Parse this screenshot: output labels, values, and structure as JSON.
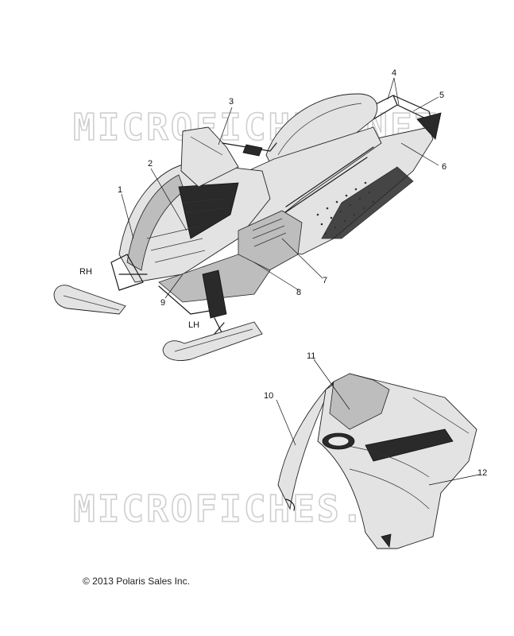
{
  "watermarks": [
    {
      "text": "MICROFICHES.NET"
    },
    {
      "text": "MICROFICHES.NET"
    }
  ],
  "callouts": [
    {
      "label": "1"
    },
    {
      "label": "2"
    },
    {
      "label": "3"
    },
    {
      "label": "4"
    },
    {
      "label": "5"
    },
    {
      "label": "6"
    },
    {
      "label": "7"
    },
    {
      "label": "8"
    },
    {
      "label": "9"
    },
    {
      "label": "10"
    },
    {
      "label": "11"
    },
    {
      "label": "12"
    }
  ],
  "side_labels": {
    "right": "RH",
    "left": "LH"
  },
  "copyright": "© 2013 Polaris Sales Inc."
}
